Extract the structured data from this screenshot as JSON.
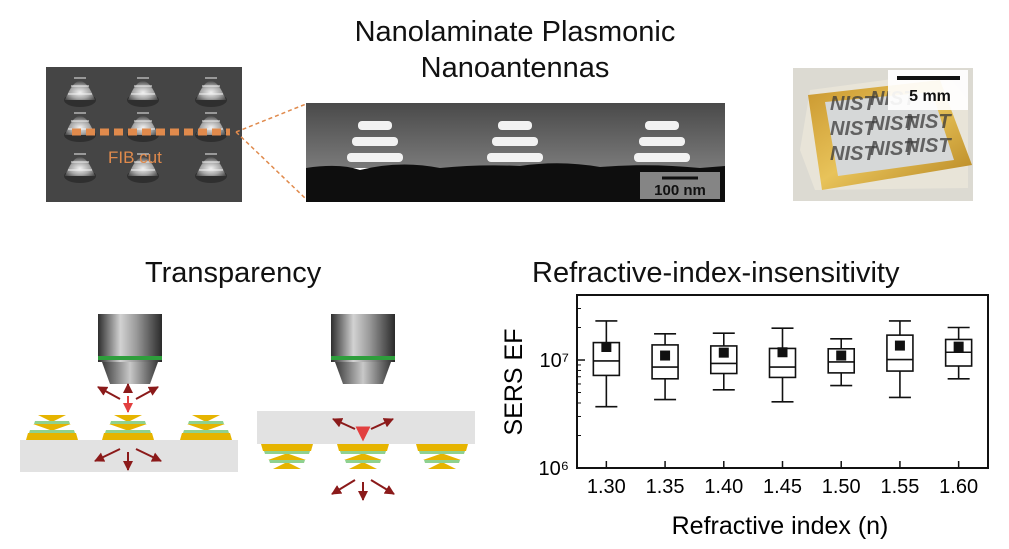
{
  "title": {
    "line1": "Nanolaminate Plasmonic",
    "line2": "Nanoantennas"
  },
  "sem_panel": {
    "label": "FIB cut"
  },
  "cross_section": {
    "scale_bar": "100 nm"
  },
  "photo": {
    "scale_bar": "5 mm",
    "logo_text": "NIST"
  },
  "transparency": {
    "title": "Transparency"
  },
  "colors": {
    "gold": "#e6b400",
    "cut_line": "#e08a4c",
    "arrow": "#8b1a1a",
    "substrate": "#e2e2e2",
    "objective_ring": "#2e9e3c"
  },
  "chart_data": {
    "type": "box",
    "title": "Refractive-index-insensitivity",
    "xlabel": "Refractive index (n)",
    "ylabel": "SERS EF",
    "yscale": "log",
    "ylim": [
      1000000,
      40000000
    ],
    "yticks": [
      {
        "value": 1000000,
        "label": "10⁶"
      },
      {
        "value": 10000000,
        "label": "10⁷"
      }
    ],
    "categories": [
      "1.30",
      "1.35",
      "1.40",
      "1.45",
      "1.50",
      "1.55",
      "1.60"
    ],
    "boxes": [
      {
        "min": 3700000,
        "q1": 7200000,
        "median": 9800000,
        "q3": 14500000,
        "max": 23000000,
        "mean": 13200000
      },
      {
        "min": 4300000,
        "q1": 6700000,
        "median": 8600000,
        "q3": 13800000,
        "max": 17500000,
        "mean": 11000000
      },
      {
        "min": 5300000,
        "q1": 7500000,
        "median": 9300000,
        "q3": 13500000,
        "max": 17700000,
        "mean": 11700000
      },
      {
        "min": 4100000,
        "q1": 6900000,
        "median": 8600000,
        "q3": 12800000,
        "max": 19700000,
        "mean": 11800000
      },
      {
        "min": 5800000,
        "q1": 7600000,
        "median": 9600000,
        "q3": 12700000,
        "max": 15700000,
        "mean": 11000000
      },
      {
        "min": 4500000,
        "q1": 7900000,
        "median": 10100000,
        "q3": 17000000,
        "max": 23000000,
        "mean": 13600000
      },
      {
        "min": 6700000,
        "q1": 8800000,
        "median": 11800000,
        "q3": 15500000,
        "max": 20000000,
        "mean": 13300000
      }
    ],
    "grid": false,
    "legend": "none"
  }
}
